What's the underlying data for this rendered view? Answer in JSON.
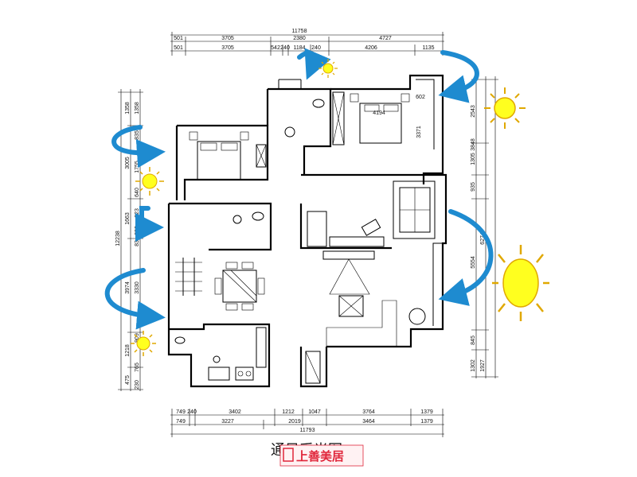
{
  "title": "通风采光图",
  "logo": {
    "text": "上善美居",
    "accent_color": "#e0253a"
  },
  "colors": {
    "arrow": "#1e8bd0",
    "sun_fill": "#ffff1f",
    "sun_stroke": "#e0a800",
    "line": "#000000"
  },
  "dimensions": {
    "top_total": "11758",
    "top_row1": [
      "501",
      "3705",
      "2380",
      "4727"
    ],
    "top_row2": [
      "501",
      "3705",
      "542",
      "240",
      "1184",
      "240",
      "4206",
      "1135"
    ],
    "bottom_row1": [
      "749",
      "240",
      "3402",
      "1212",
      "1047",
      "3764",
      "1379"
    ],
    "bottom_row2": [
      "749",
      "3227",
      "2019",
      "3464",
      "1379"
    ],
    "bottom_total": "11793",
    "left_total": "12238",
    "left_outer": [
      "1358",
      "3005",
      "1663",
      "3974",
      "1218",
      "475"
    ],
    "left_inner": [
      "1358",
      "835",
      "1755",
      "640",
      "823",
      "830",
      "83",
      "3330",
      "909",
      "765",
      "230"
    ],
    "right_outer": [
      "2543",
      "6274",
      "1927"
    ],
    "right_inner": [
      "3848",
      "1305",
      "935",
      "5554",
      "845",
      "1302"
    ],
    "room_labels": [
      "4194",
      "3371",
      "602"
    ]
  },
  "icons": [
    "sun-icon",
    "air-flow-arrow-icon",
    "bed-icon",
    "sofa-icon",
    "dining-table-icon",
    "toilet-icon",
    "sink-icon",
    "stove-icon"
  ]
}
